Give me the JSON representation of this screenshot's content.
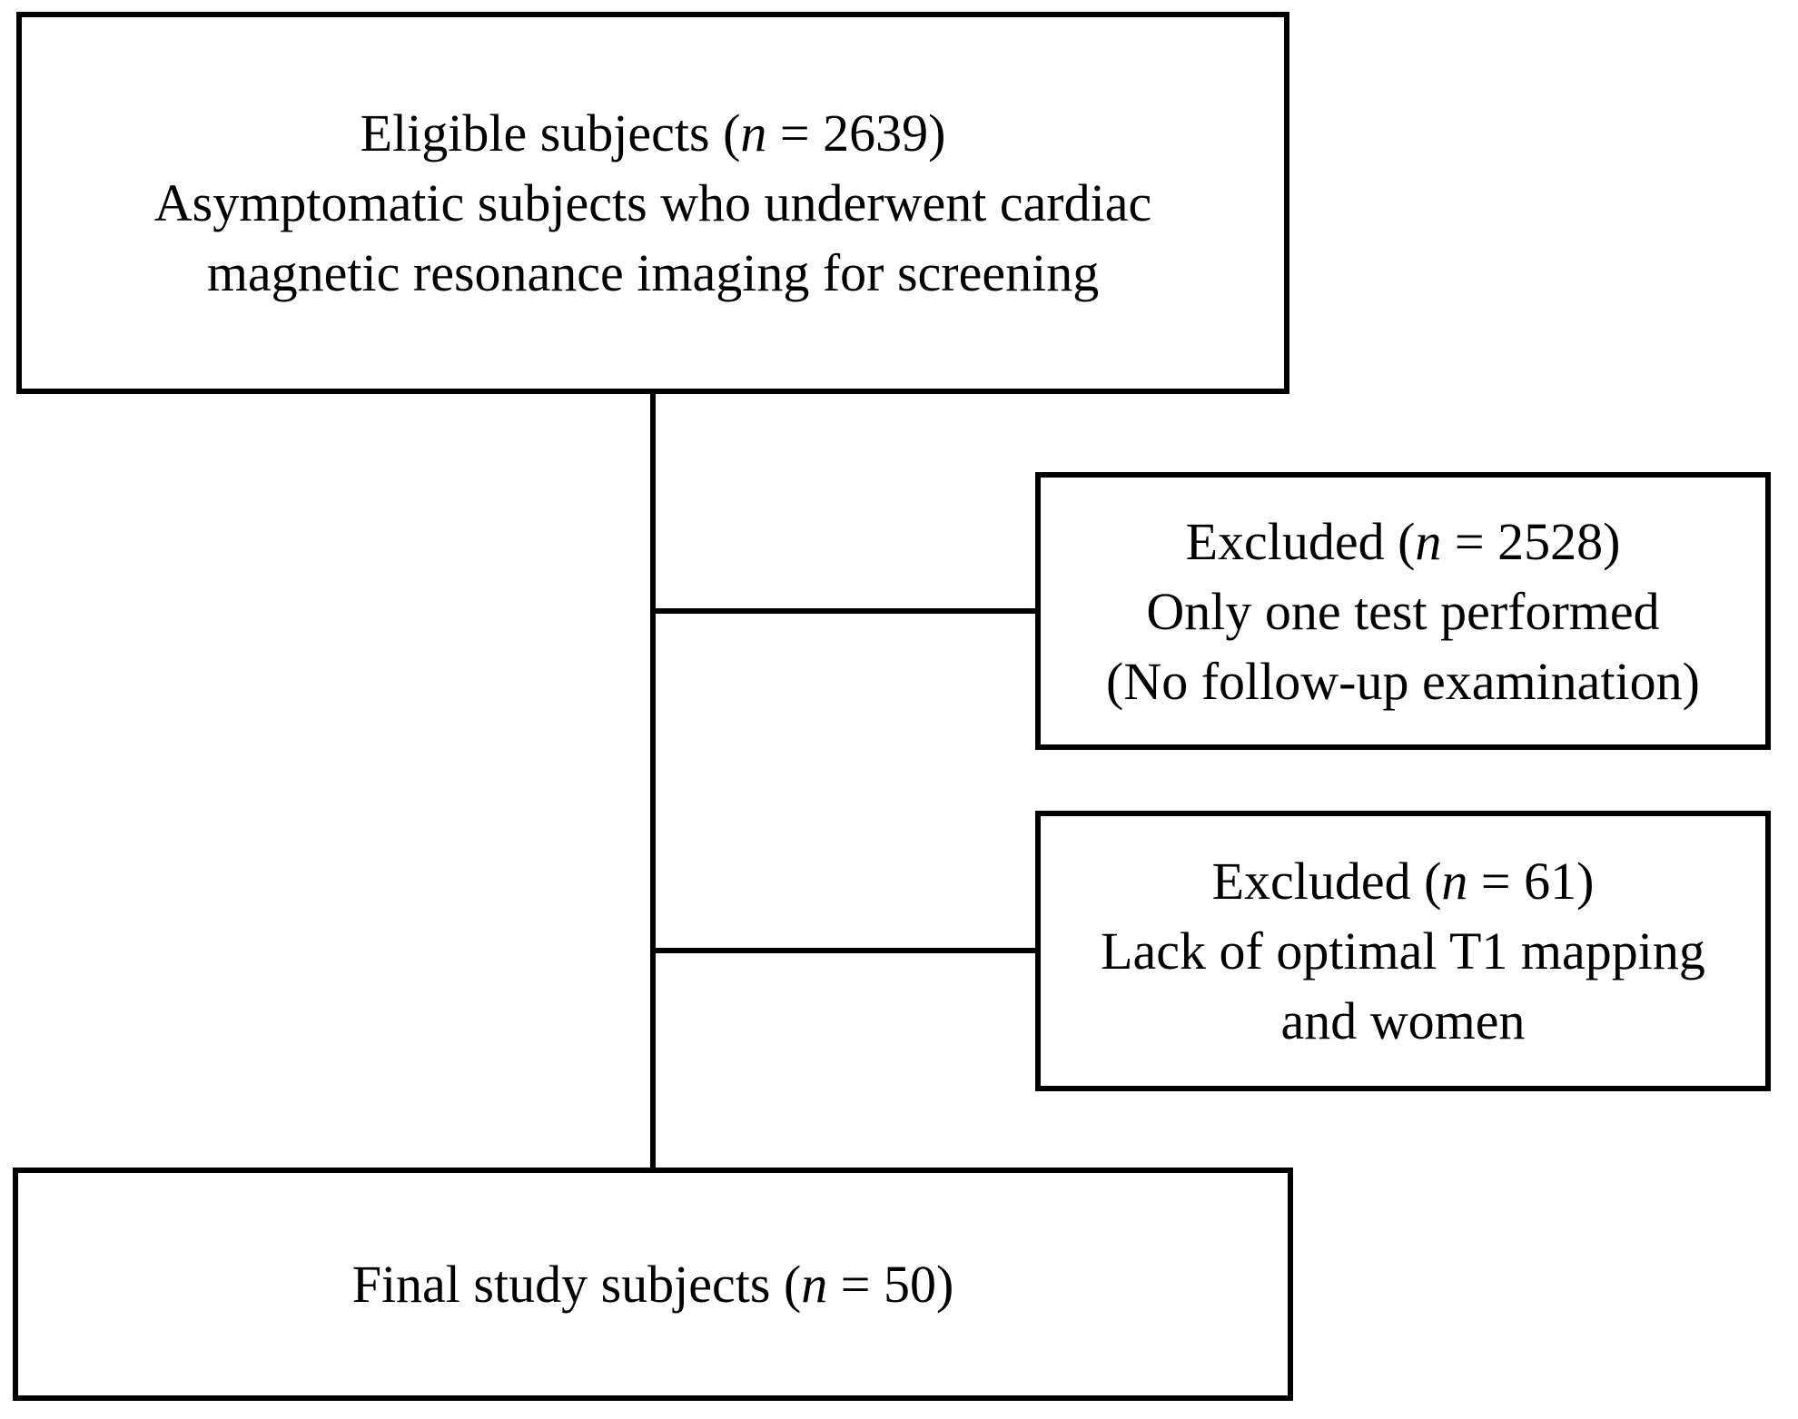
{
  "figure": {
    "type": "study-flow-diagram",
    "background_color": "#ffffff",
    "line_color": "#000000"
  },
  "boxes": {
    "eligible": {
      "title_prefix": "Eligible subjects (",
      "n_var": "n",
      "title_suffix": " = 2639)",
      "desc_line1": "Asymptomatic subjects who underwent cardiac",
      "desc_line2": "magnetic resonance imaging for screening"
    },
    "excluded1": {
      "title_prefix": "Excluded (",
      "n_var": "n",
      "title_suffix": " = 2528)",
      "desc_line1": "Only one test performed",
      "desc_line2": "(No follow-up examination)"
    },
    "excluded2": {
      "title_prefix": "Excluded (",
      "n_var": "n",
      "title_suffix": " = 61)",
      "desc_line1": "Lack of optimal T1 mapping",
      "desc_line2": "and women"
    },
    "final": {
      "title_prefix": "Final study subjects (",
      "n_var": "n",
      "title_suffix": " = 50)"
    }
  }
}
